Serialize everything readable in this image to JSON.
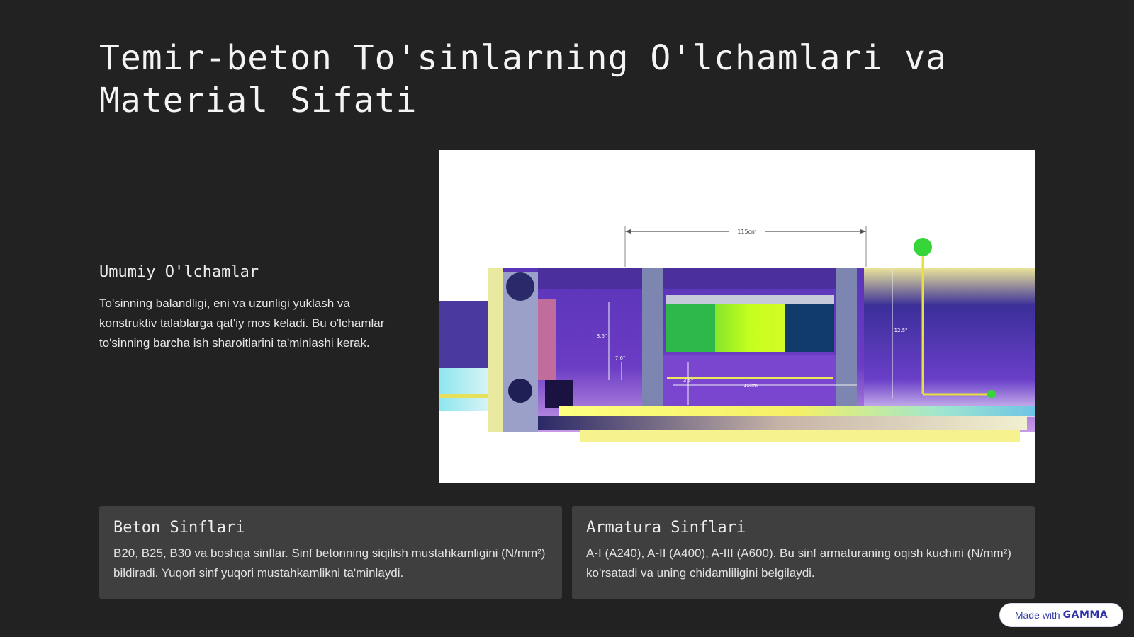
{
  "page": {
    "title": "Temir-beton To'sinlarning O'lchamlari va Material Sifati"
  },
  "section": {
    "heading": "Umumiy O'lchamlar",
    "text": "To'sinning balandligi, eni va uzunligi yuklash va konstruktiv talablarga qat'iy mos keladi. Bu o'lchamlar to'sinning barcha ish sharoitlarini ta'minlashi kerak."
  },
  "figure": {
    "dim_top": "115cm",
    "dim_inner": "15km",
    "label_left_1": "3.6\"",
    "label_left_2": "7.6\"",
    "label_mid": "3.5\"",
    "label_right": "12.5\""
  },
  "cards": [
    {
      "title": "Beton Sinflari",
      "text": "B20, B25, B30 va boshqa sinflar. Sinf betonning siqilish mustahkamligini (N/mm²) bildiradi. Yuqori sinf yuqori mustahkamlikni ta'minlaydi."
    },
    {
      "title": "Armatura Sinflari",
      "text": "A-I (A240), A-II (A400), A-III (A600). Bu sinf armaturaning oqish kuchini (N/mm²) ko'rsatadi va uning chidamliligini belgilaydi."
    }
  ],
  "badge": {
    "prefix": "Made with",
    "brand": "GAMMA"
  },
  "colors": {
    "background": "#222222",
    "card": "#3f3f3f",
    "badge_text": "#2d33a6"
  }
}
